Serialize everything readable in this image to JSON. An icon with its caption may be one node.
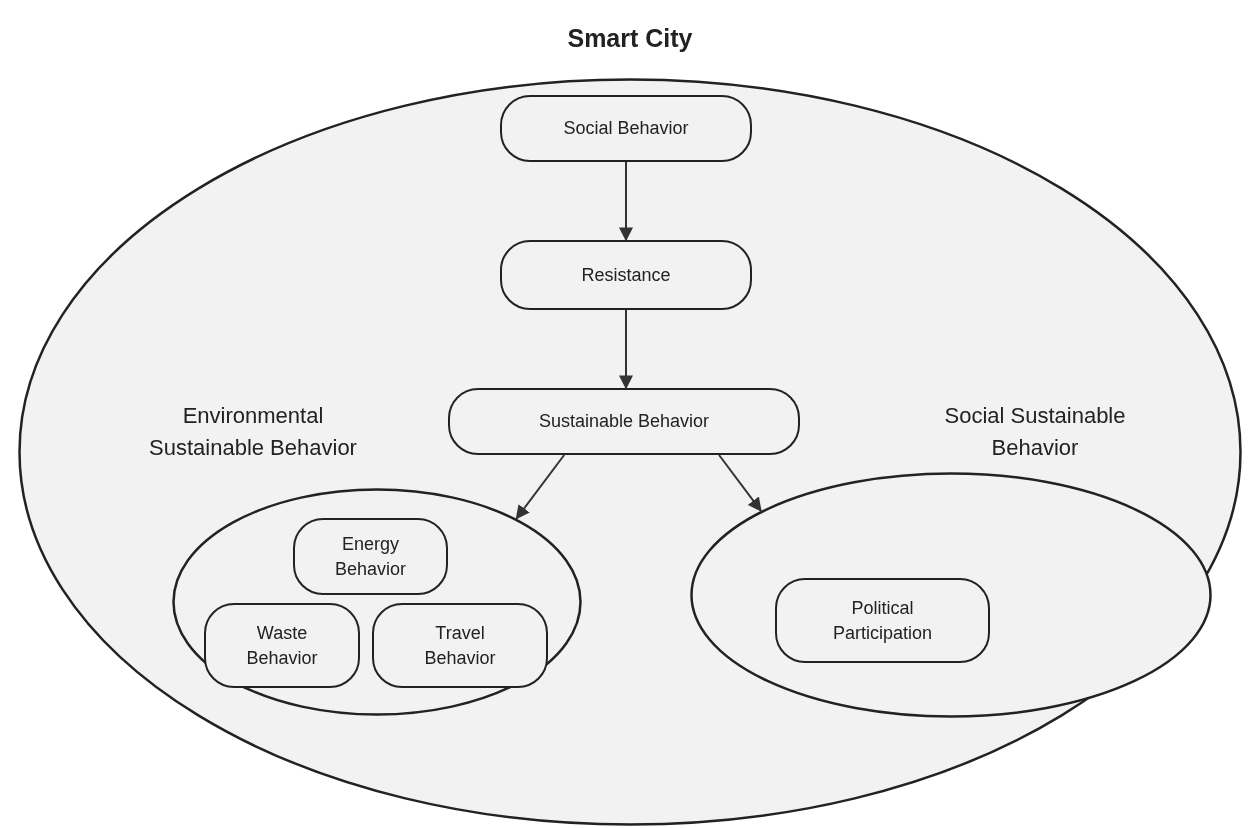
{
  "diagram": {
    "nodes": [
      {
        "text": [
          "Smart City"
        ]
      },
      {
        "text": [
          "Social Behavior"
        ],
        "in": 0
      },
      {
        "text": [
          "Resistance"
        ],
        "in": 0
      },
      {
        "text": [
          "Sustainable Behavior"
        ],
        "in": 0
      },
      {
        "text": [
          "Environmental Sustainable Behavior"
        ],
        "in": 0
      },
      {
        "text": [
          "Energy Behavior"
        ],
        "in": 4
      },
      {
        "text": [
          "Waste Behavior"
        ],
        "in": 4
      },
      {
        "text": [
          "Travel Behavior"
        ],
        "in": 4
      },
      {
        "text": [
          "Social Sustainable Behavior"
        ],
        "in": 0
      },
      {
        "text": [
          "Political Participation"
        ],
        "in": 8
      }
    ],
    "edges": [
      {
        "from": 1,
        "to": 2,
        "arrow": "to"
      },
      {
        "from": 2,
        "to": 3,
        "arrow": "to"
      },
      {
        "from": 3,
        "to": 4,
        "arrow": "to"
      },
      {
        "from": 3,
        "to": 8,
        "arrow": "to"
      }
    ]
  }
}
